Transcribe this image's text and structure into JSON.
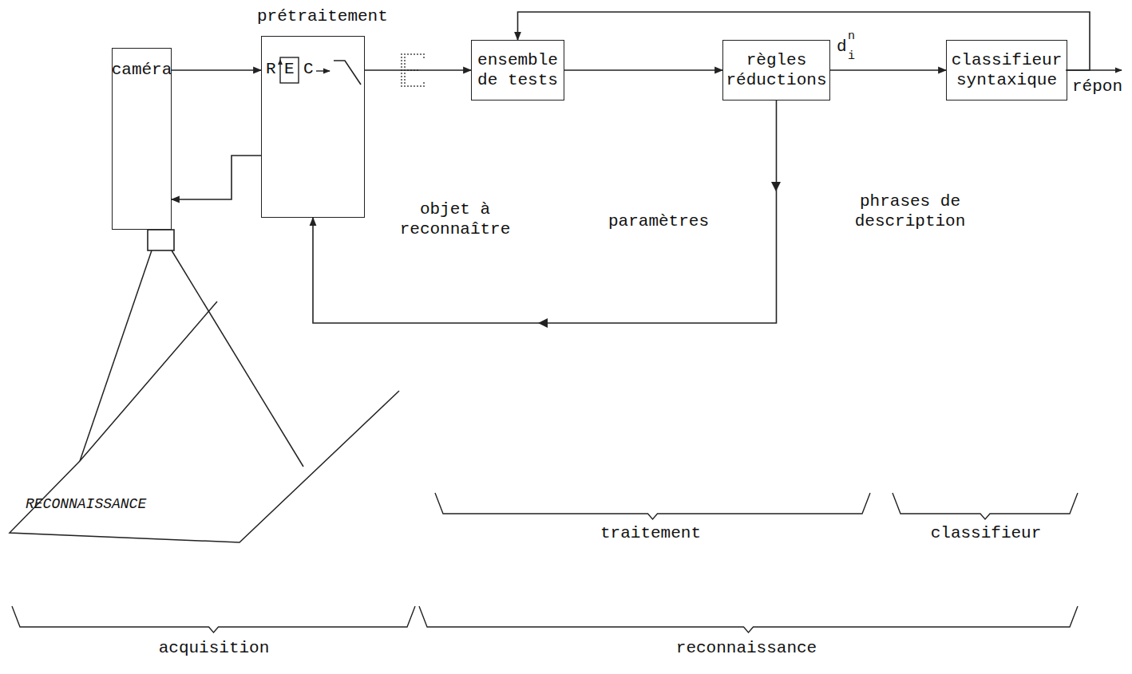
{
  "diagram": {
    "nodes": [
      {
        "text": [
          "caméra"
        ]
      },
      {
        "text": [
          "prétraitement"
        ]
      },
      {
        "text": [
          "ensemble de tests"
        ]
      },
      {
        "text": [
          "règles réductions"
        ]
      },
      {
        "text": [
          "classifieur syntaxique"
        ]
      }
    ],
    "edges": [
      {
        "from": 0,
        "to": 1,
        "arrow": "to"
      },
      {
        "from": 1,
        "to": 0,
        "arrow": "to"
      },
      {
        "from": 1,
        "to": 2,
        "arrow": "to"
      },
      {
        "from": 2,
        "to": 3,
        "arrow": "to"
      },
      {
        "from": 3,
        "to": 4,
        "arrow": "to"
      },
      {
        "from": 4,
        "to": 2,
        "arrow": "to"
      },
      {
        "from": 3,
        "to": 1,
        "arrow": "to"
      }
    ],
    "labels": [
      "R",
      "E",
      "C",
      "objet à reconnaître",
      "paramètres",
      "phrases de description",
      "d",
      "n",
      "i",
      "répon",
      "RECONNAISSANCE",
      "traitement",
      "classifieur",
      "acquisition",
      "reconnaissance"
    ]
  }
}
